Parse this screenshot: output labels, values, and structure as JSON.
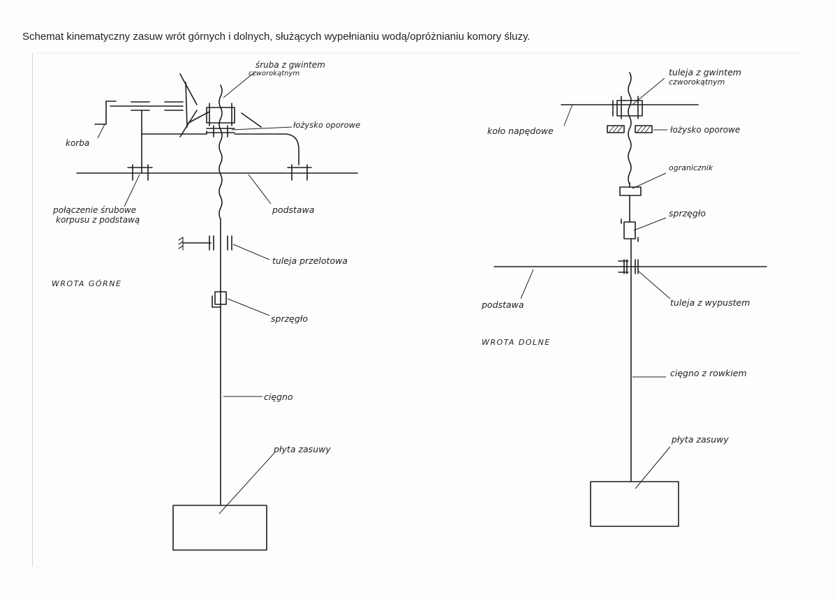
{
  "title": "Schemat kinematyczny zasuw wrót górnych i dolnych, służących wypełnianiu wodą/opróżnianiu komory śluzy.",
  "upper_gate": {
    "heading": "WROTA GÓRNE",
    "labels": {
      "screw": "śruba z gwintem",
      "screw_line2": "czworokątnym",
      "thrust_bearing": "łożysko oporowe",
      "crank": "korba",
      "bolted_joint": "połączenie śrubowe",
      "bolted_joint_line2": "korpusu z podstawą",
      "base": "podstawa",
      "through_sleeve": "tuleja przelotowa",
      "coupling": "sprzęgło",
      "rod": "cięgno",
      "gate_plate": "płyta zasuwy"
    }
  },
  "lower_gate": {
    "heading": "WROTA DOLNE",
    "labels": {
      "nut_sleeve": "tuleja z gwintem",
      "nut_sleeve_line2": "czworokątnym",
      "drive_wheel": "koło napędowe",
      "thrust_bearing": "łożysko oporowe",
      "limiter": "ogranicznik",
      "coupling": "sprzęgło",
      "base": "podstawa",
      "keyed_sleeve": "tuleja z wypustem",
      "grooved_rod": "cięgno z rowkiem",
      "gate_plate": "płyta zasuwy"
    }
  }
}
